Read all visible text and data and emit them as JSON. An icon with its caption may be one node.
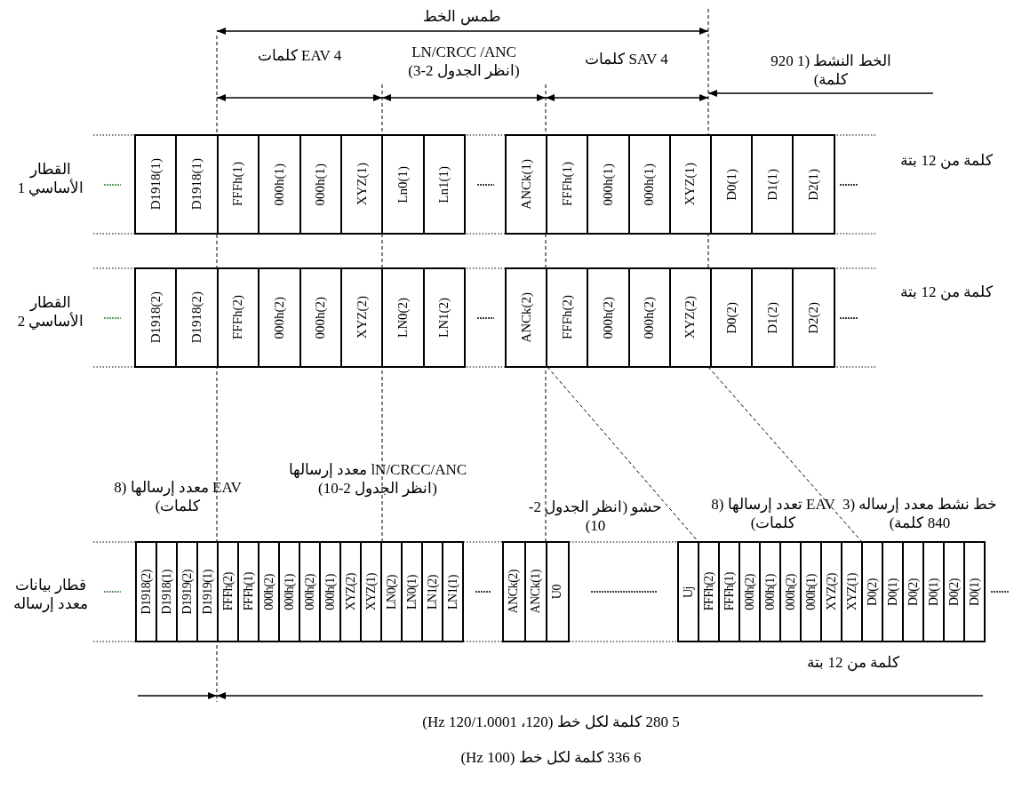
{
  "diagram": {
    "labels": [
      "طمس الخط",
      "EAV 4 كلمات",
      "LN/CRCC /ANC (انظر الجدول 2-3)",
      "SAV 4 كلمات",
      "الخط النشط (1 920 كلمة)",
      "القطار الأساسي 1",
      "كلمة من 12 بتة",
      "D1918(1)",
      "D1918(1)",
      "FFFh(1)",
      "000h(1)",
      "000h(1)",
      "XYZ(1)",
      "Ln0(1)",
      "Ln1(1)",
      "ANCk(1)",
      "FFFh(1)",
      "000h(1)",
      "000h(1)",
      "XYZ(1)",
      "D0(1)",
      "D1(1)",
      "D2(1)",
      "القطار الأساسي 2",
      "كلمة من 12 بتة",
      "D1918(2)",
      "D1918(2)",
      "FFFh(2)",
      "000h(2)",
      "000h(2)",
      "XYZ(2)",
      "LN0(2)",
      "LN1(2)",
      "ANCk(2)",
      "FFFh(2)",
      "000h(2)",
      "000h(2)",
      "XYZ(2)",
      "D0(2)",
      "D1(2)",
      "D2(2)",
      "EAV معدد إرسالها (8 كلمات)",
      "lN/CRCC/ANC معدد إرسالها (انظر الجدول 2-10)",
      "حشو (انظر الجدول 2-10)",
      "EAV تعدد إرسالها (8 كلمات)",
      "خط نشط معدد إرساله (3 840 كلمة)",
      "قطار بيانات معدد إرساله",
      "D1918(2)",
      "D1918(1)",
      "D1919(2)",
      "D1919(1)",
      "FFFh(2)",
      "FFFh(1)",
      "000h(2)",
      "000h(1)",
      "000h(2)",
      "000h(1)",
      "XYZ(2)",
      "XYZ(1)",
      "LN0(2)",
      "LN0(1)",
      "LN1(2)",
      "LN1(1)",
      "ANCk(2)",
      "ANCk(1)",
      "U0",
      "Uj",
      "FFFh(2)",
      "FFFh(1)",
      "000h(2)",
      "000h(1)",
      "000h(2)",
      "000h(1)",
      "XYZ(2)",
      "XYZ(1)",
      "D0(2)",
      "D0(1)",
      "D0(2)",
      "D0(1)",
      "D0(2)",
      "D0(1)",
      "كلمة من 12 بتة",
      "5 280 كلمة لكل خط (120، 120/1.0001 Hz)",
      "6 336 كلمة لكل خط (100 Hz)"
    ]
  }
}
